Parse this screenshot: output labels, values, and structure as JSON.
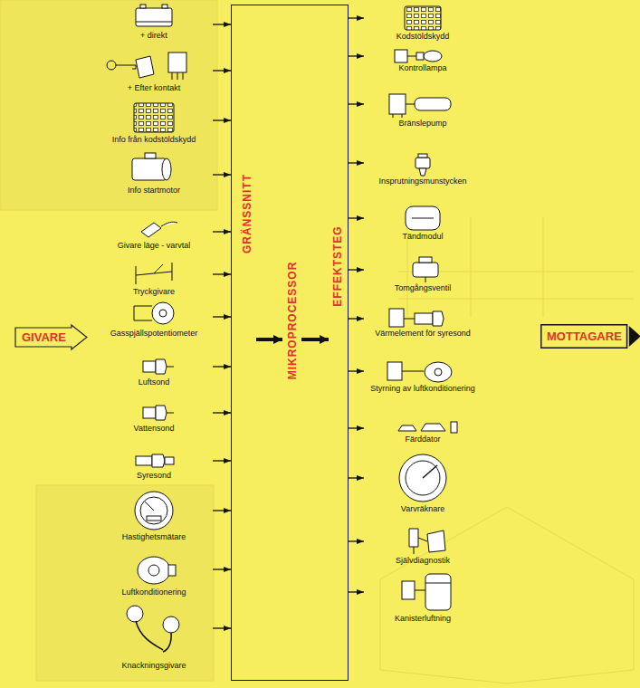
{
  "diagram": {
    "nodes": [
      {
        "text": [
          "GIVARE"
        ]
      },
      {
        "text": [
          "+ direkt"
        ]
      },
      {
        "text": [
          "+ Efter kontakt"
        ]
      },
      {
        "text": [
          "Info från kodstöldskydd"
        ]
      },
      {
        "text": [
          "Info startmotor"
        ]
      },
      {
        "text": [
          "Givare läge - varvtal"
        ]
      },
      {
        "text": [
          "Tryckgivare"
        ]
      },
      {
        "text": [
          "Gasspjällspotentiometer"
        ]
      },
      {
        "text": [
          "Luftsond"
        ]
      },
      {
        "text": [
          "Vattensond"
        ]
      },
      {
        "text": [
          "Syresond"
        ]
      },
      {
        "text": [
          "Hastighetsmätare"
        ]
      },
      {
        "text": [
          "Luftkonditionering"
        ]
      },
      {
        "text": [
          "Knackningsgivare"
        ]
      },
      {
        "text": [
          "GRÄNSSNITT",
          "MIKROPROCESSOR",
          "EFFEKTSTEG"
        ]
      },
      {
        "text": [
          "Kodstöldskydd"
        ]
      },
      {
        "text": [
          "Kontrollampa"
        ]
      },
      {
        "text": [
          "Bränslepump"
        ]
      },
      {
        "text": [
          "Insprutningsmunstycken"
        ]
      },
      {
        "text": [
          "Tändmodul"
        ]
      },
      {
        "text": [
          "Tomgångsventil"
        ]
      },
      {
        "text": [
          "Värmelement för syresond"
        ]
      },
      {
        "text": [
          "Styrning av luftkonditionering"
        ]
      },
      {
        "text": [
          "Färddator"
        ]
      },
      {
        "text": [
          "Varvräknare"
        ]
      },
      {
        "text": [
          "Självdiagnostik"
        ]
      },
      {
        "text": [
          "Kanisterluftning"
        ]
      },
      {
        "text": [
          "MOTTAGARE"
        ]
      }
    ],
    "edges": [
      {
        "from": 1,
        "to": 14,
        "arrow": "to"
      },
      {
        "from": 2,
        "to": 14,
        "arrow": "to"
      },
      {
        "from": 3,
        "to": 14,
        "arrow": "to"
      },
      {
        "from": 4,
        "to": 14,
        "arrow": "to"
      },
      {
        "from": 5,
        "to": 14,
        "arrow": "to"
      },
      {
        "from": 6,
        "to": 14,
        "arrow": "to"
      },
      {
        "from": 7,
        "to": 14,
        "arrow": "to"
      },
      {
        "from": 8,
        "to": 14,
        "arrow": "to"
      },
      {
        "from": 9,
        "to": 14,
        "arrow": "to"
      },
      {
        "from": 10,
        "to": 14,
        "arrow": "to"
      },
      {
        "from": 11,
        "to": 14,
        "arrow": "to"
      },
      {
        "from": 12,
        "to": 14,
        "arrow": "to"
      },
      {
        "from": 13,
        "to": 14,
        "arrow": "to"
      },
      {
        "from": 14,
        "to": 15,
        "arrow": "to"
      },
      {
        "from": 14,
        "to": 16,
        "arrow": "to"
      },
      {
        "from": 14,
        "to": 17,
        "arrow": "to"
      },
      {
        "from": 14,
        "to": 18,
        "arrow": "to"
      },
      {
        "from": 14,
        "to": 19,
        "arrow": "to"
      },
      {
        "from": 14,
        "to": 20,
        "arrow": "to"
      },
      {
        "from": 14,
        "to": 21,
        "arrow": "to"
      },
      {
        "from": 14,
        "to": 22,
        "arrow": "to"
      },
      {
        "from": 14,
        "to": 23,
        "arrow": "to"
      },
      {
        "from": 14,
        "to": 24,
        "arrow": "to"
      },
      {
        "from": 14,
        "to": 25,
        "arrow": "to"
      },
      {
        "from": 14,
        "to": 26,
        "arrow": "to"
      }
    ]
  }
}
